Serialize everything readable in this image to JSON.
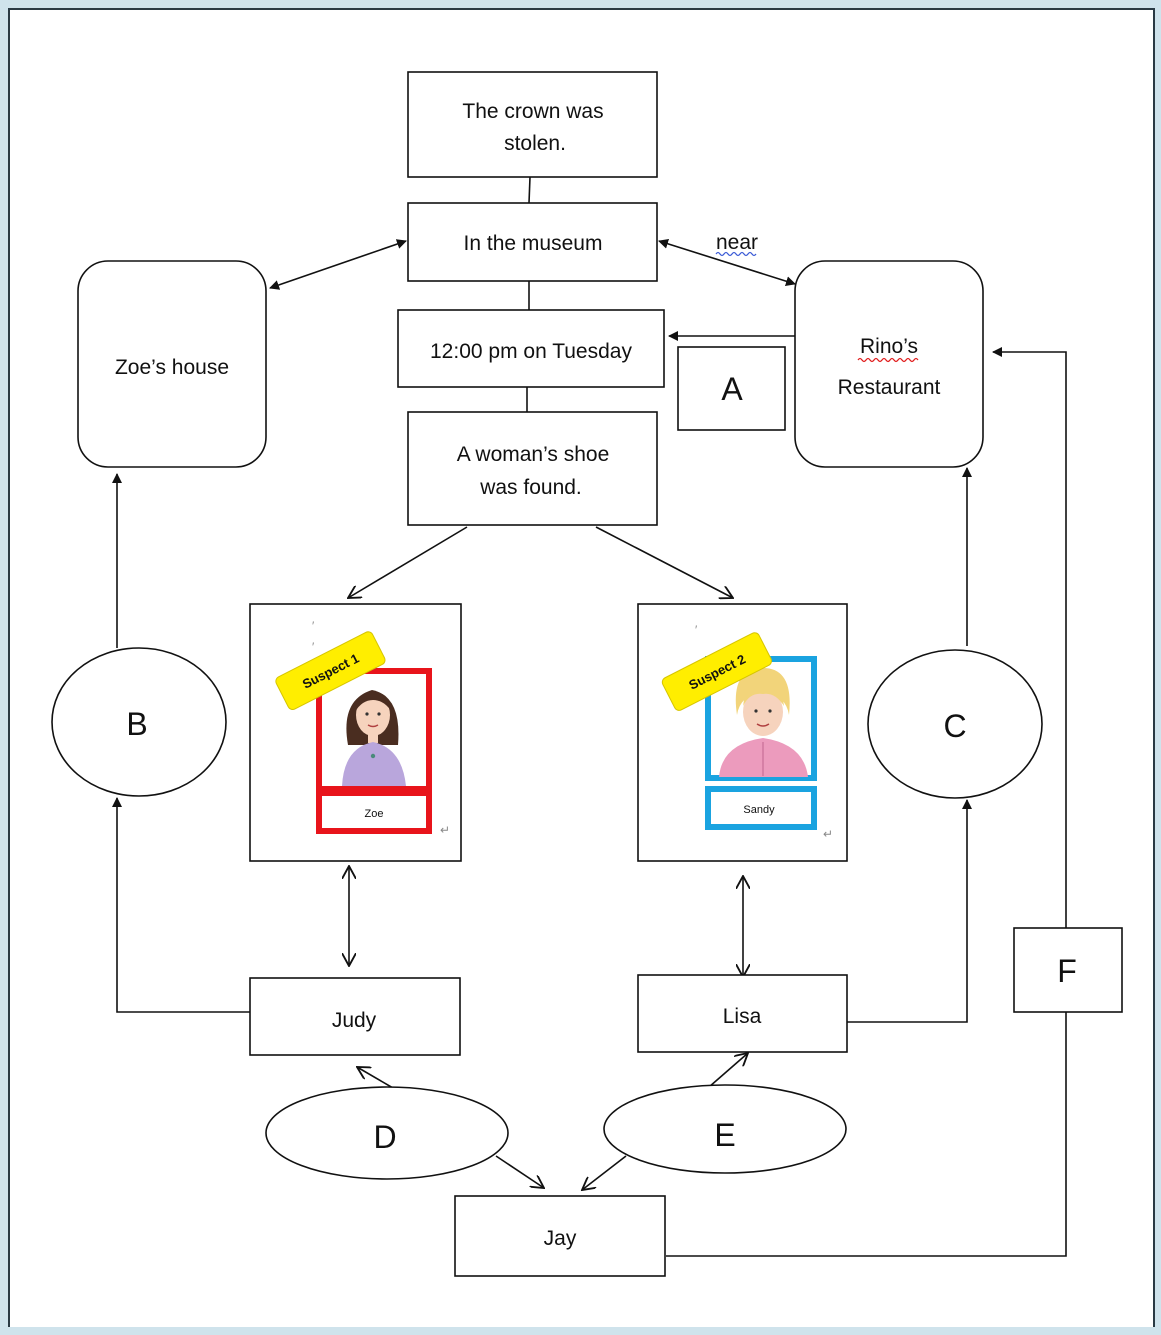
{
  "nodes": {
    "crown": {
      "line1": "The crown was",
      "line2": "stolen."
    },
    "museum": {
      "label": "In the museum"
    },
    "time": {
      "label": "12:00 pm on Tuesday"
    },
    "shoe": {
      "line1": "A woman’s shoe",
      "line2": "was found."
    },
    "zoes_house": {
      "label": "Zoe’s house"
    },
    "rinos": {
      "line1": "Rino’s",
      "line2": "Restaurant"
    },
    "near": {
      "label": "near"
    },
    "a": {
      "label": "A"
    },
    "b": {
      "label": "B"
    },
    "c": {
      "label": "C"
    },
    "d": {
      "label": "D"
    },
    "e": {
      "label": "E"
    },
    "f": {
      "label": "F"
    },
    "judy": {
      "label": "Judy"
    },
    "lisa": {
      "label": "Lisa"
    },
    "jay": {
      "label": "Jay"
    }
  },
  "suspects": [
    {
      "tag": "Suspect 1",
      "name": "Zoe",
      "frame_color": "#e8141b",
      "hair_color": "#4a2d20",
      "top_color": "#b9a6dc"
    },
    {
      "tag": "Suspect 2",
      "name": "Sandy",
      "frame_color": "#1aa3e0",
      "hair_color": "#f2d47a",
      "top_color": "#ec9bbd"
    }
  ],
  "colors": {
    "tag_yellow": "#ffee00",
    "spellcheck_red": "#e01b1b",
    "spellcheck_blue": "#3b5bd6"
  },
  "para_mark": "↵"
}
